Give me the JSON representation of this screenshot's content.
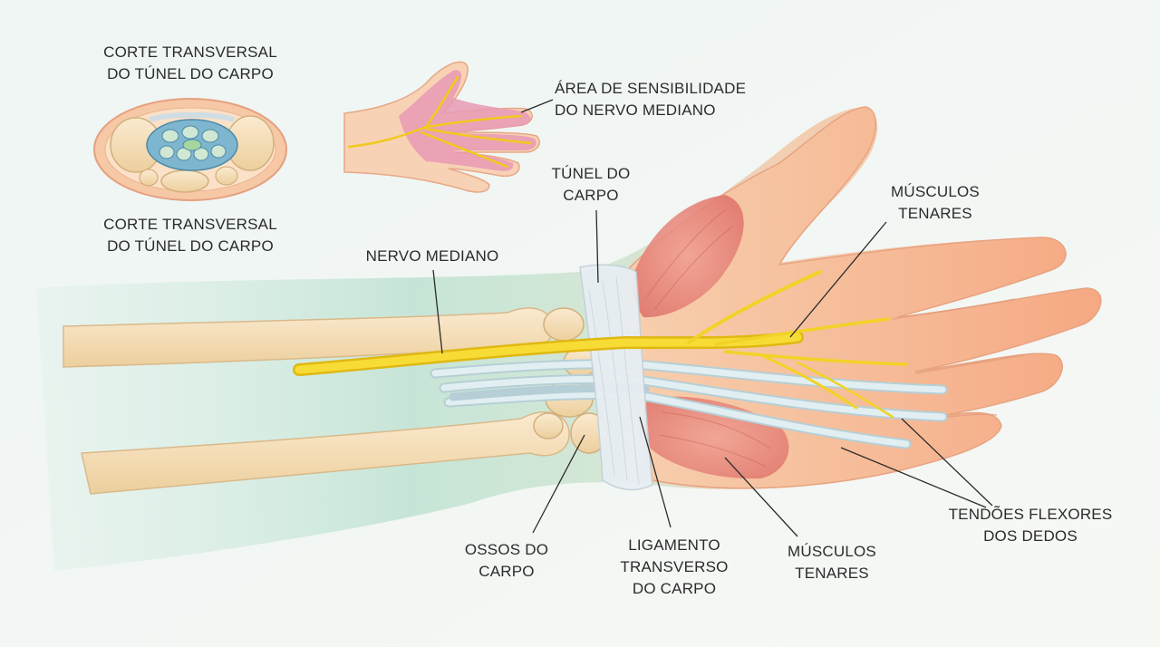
{
  "labels": {
    "cross_section_top": "CORTE TRANSVERSAL\nDO TÚNEL DO CARPO",
    "cross_section_bottom": "CORTE TRANSVERSAL\nDO TÚNEL DO CARPO",
    "sensitivity_area": "ÁREA DE SENSIBILIDADE\nDO NERVO MEDIANO",
    "carpal_tunnel": "TÚNEL DO\nCARPO",
    "median_nerve": "NERVO MEDIANO",
    "thenar_muscles_top": "MÚSCULOS\nTENARES",
    "carpal_bones": "OSSOS DO\nCARPO",
    "transverse_ligament": "LIGAMENTO\nTRANSVERSO\nDO CARPO",
    "thenar_muscles_bottom": "MÚSCULOS\nTENARES",
    "flexor_tendons": "TENDÕES FLEXORES\nDOS DEDOS"
  },
  "colors": {
    "background": "#f1f6f4",
    "skin": "#f6c29e",
    "bone": "#f4ddb0",
    "nerve": "#f4d21c",
    "muscle": "#e8837a",
    "tendon": "#c9dde2",
    "ligament": "#e9eef2",
    "sensory_area": "#e79ab4",
    "label_text": "#2b2b2b"
  }
}
